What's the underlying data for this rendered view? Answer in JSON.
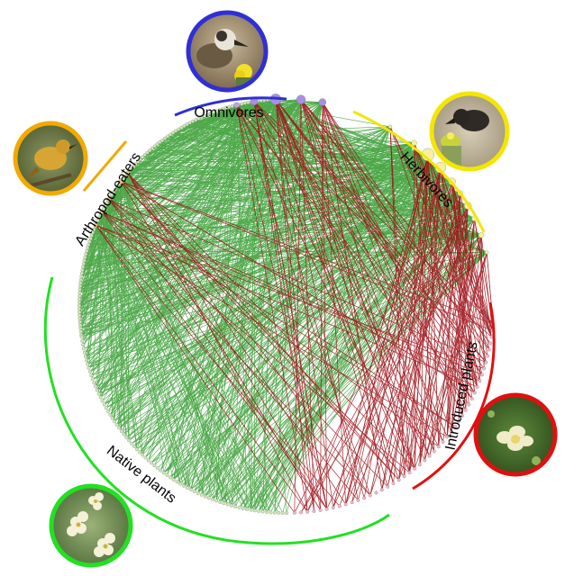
{
  "groups": {
    "omnivores": {
      "label": "Omnivores",
      "color": "#2f2fd6"
    },
    "herbivores": {
      "label": "Herbivores",
      "color": "#f3e600"
    },
    "arthropod_eaters": {
      "label": "Arthropod-eaters",
      "color": "#f2a900"
    },
    "native_plants": {
      "label": "Native plants",
      "color": "#22e022"
    },
    "introduced_plants": {
      "label": "Introduced plants",
      "color": "#e01010"
    }
  },
  "edge_colors": {
    "native": "#2f9a2a",
    "introduced": "#a0141c"
  },
  "photos": {
    "omnivores": {
      "name": "bird-on-flower-photo",
      "ring": "#2f2fd6"
    },
    "herbivores": {
      "name": "finch-on-cactus-photo",
      "ring": "#f3e600"
    },
    "arthropod_eaters": {
      "name": "yellow-warbler-photo",
      "ring": "#f2a900"
    },
    "native_plants": {
      "name": "native-flowers-photo",
      "ring": "#22e022"
    },
    "introduced_plants": {
      "name": "introduced-flower-photo",
      "ring": "#e01010"
    }
  }
}
